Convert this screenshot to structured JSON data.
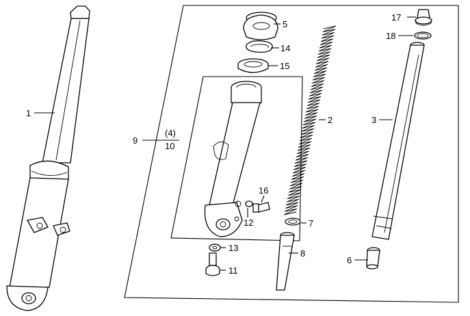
{
  "diagram": {
    "callouts": {
      "fork_leg_assembly": "1",
      "fork_spring": "2",
      "fork_pipe": "3",
      "dust_seal": "5",
      "piston_ring_bottom": "6",
      "back_up_ring": "7",
      "fork_piston": "8",
      "bottom_case": "9",
      "case_qty": "(4)",
      "case_alt": "10",
      "socket_bolt": "11",
      "drain_washer": "12",
      "sealing_washer": "13",
      "oil_seal_clip": "14",
      "oil_seal": "15",
      "drain_bolt": "16",
      "fork_bolt": "17",
      "o_ring": "18"
    }
  }
}
